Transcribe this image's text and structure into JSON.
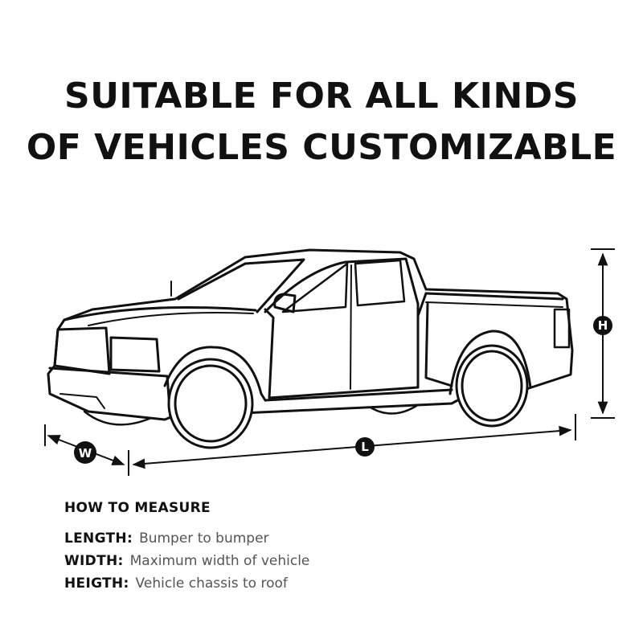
{
  "headline": {
    "line1": "SUITABLE FOR ALL KINDS",
    "line2": "OF VEHICLES CUSTOMIZABLE"
  },
  "dimensions": {
    "length_badge": "L",
    "width_badge": "W",
    "height_badge": "H"
  },
  "how_to_measure": {
    "title": "HOW TO MEASURE",
    "items": [
      {
        "key": "LENGTH:",
        "value": "Bumper to bumper"
      },
      {
        "key": "WIDTH:",
        "value": "Maximum width of vehicle"
      },
      {
        "key": "HEIGTH:",
        "value": "Vehicle chassis to roof"
      }
    ]
  },
  "colors": {
    "ink": "#111111",
    "muted": "#555555",
    "background": "#ffffff"
  },
  "icons": [
    "pickup-truck-illustration",
    "length-arrow-icon",
    "width-arrow-icon",
    "height-arrow-icon"
  ]
}
